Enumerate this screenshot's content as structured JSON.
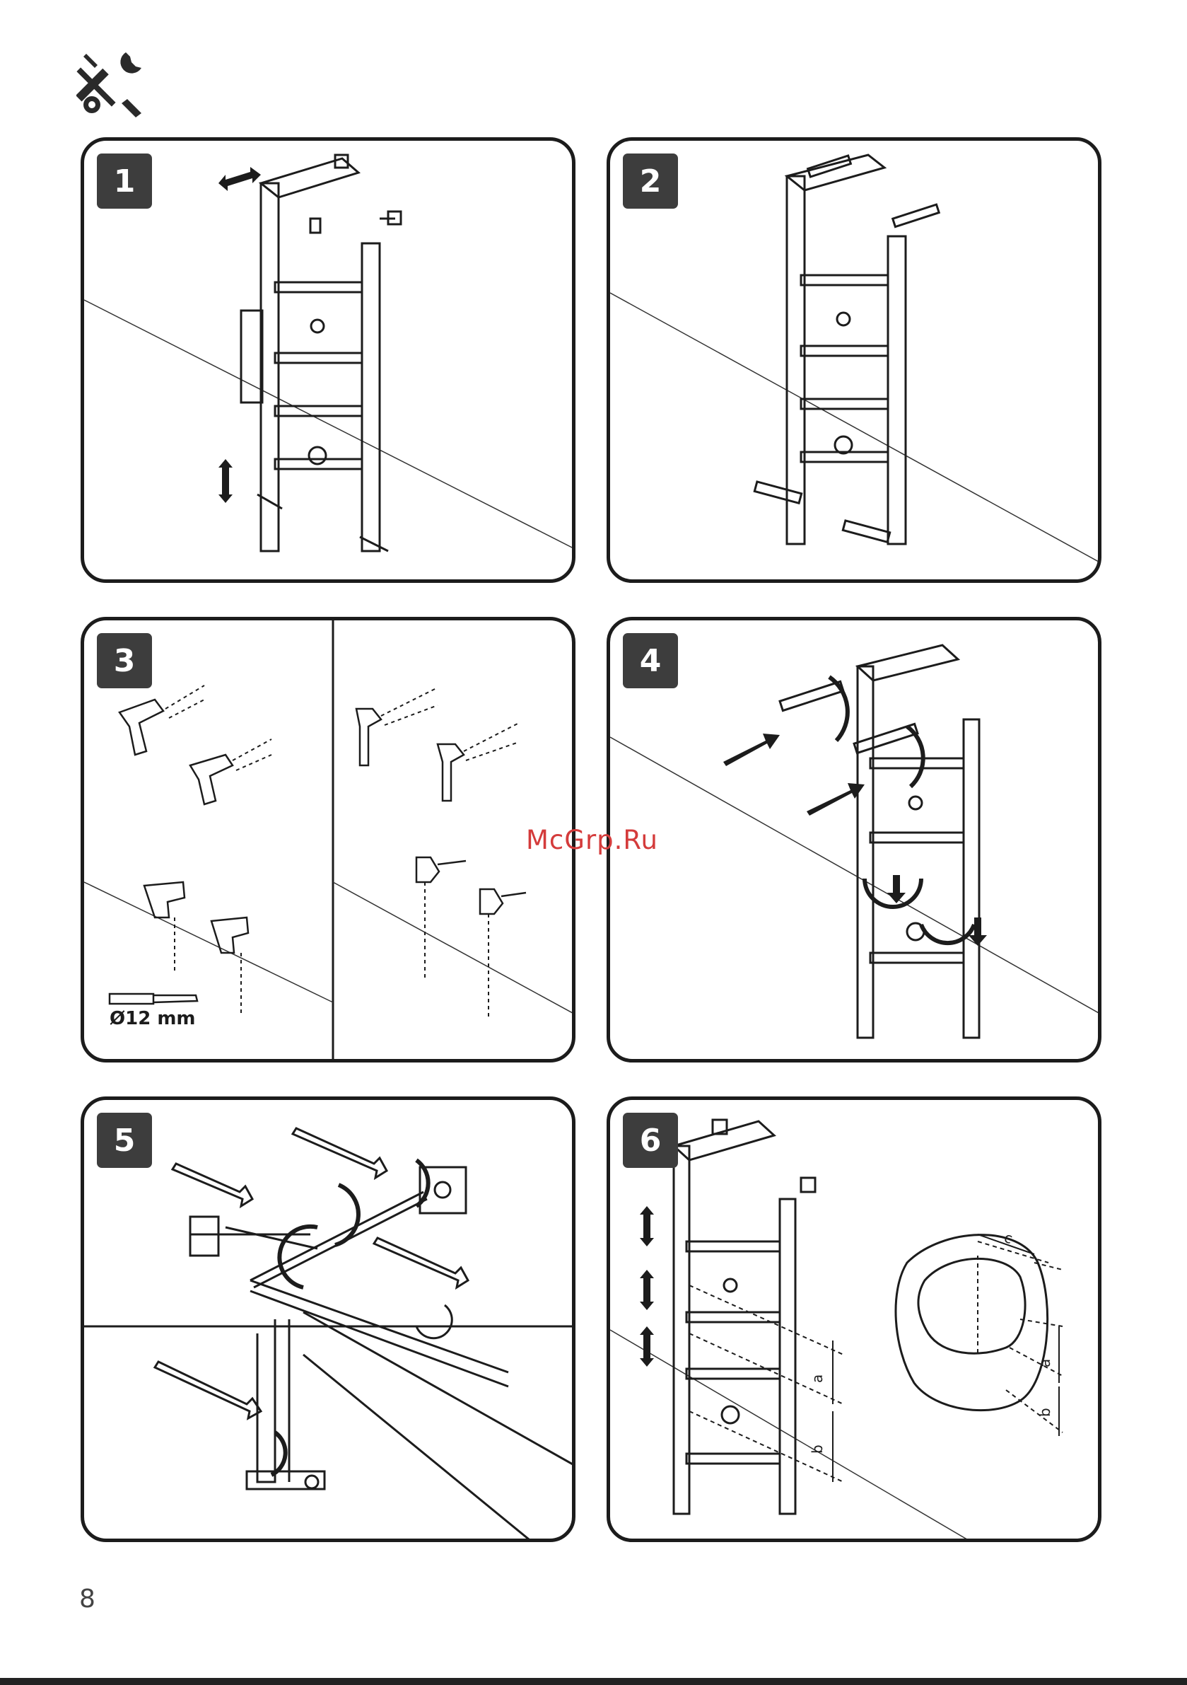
{
  "page": {
    "number": "8",
    "watermark": "McGrp.Ru"
  },
  "header": {
    "icon": "wrench-screwdriver-icon"
  },
  "steps": [
    {
      "label": "1"
    },
    {
      "label": "2"
    },
    {
      "label": "3",
      "drill_size": "Ø12 mm"
    },
    {
      "label": "4"
    },
    {
      "label": "5"
    },
    {
      "label": "6",
      "dimensions": {
        "a": "a",
        "b": "b",
        "c": "c"
      }
    }
  ]
}
